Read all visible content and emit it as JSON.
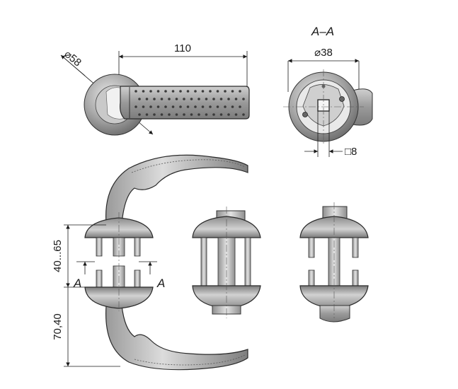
{
  "top_view": {
    "dim_length": "110",
    "dim_rosette": "⌀58"
  },
  "section_view": {
    "title": "A–A",
    "dim_diameter": "⌀38",
    "dim_square": "□8"
  },
  "side_view": {
    "dim_door_thickness": "40...65",
    "dim_handle_height": "70,40",
    "section_mark_left": "A",
    "section_mark_right": "A"
  }
}
